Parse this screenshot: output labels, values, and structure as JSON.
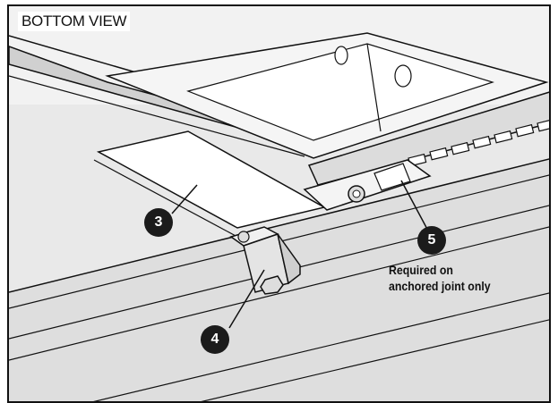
{
  "view_label": "BOTTOM VIEW",
  "callouts": [
    {
      "number": "3"
    },
    {
      "number": "4"
    },
    {
      "number": "5"
    }
  ],
  "note": {
    "line1": "Required on",
    "line2": "anchored joint only"
  },
  "colors": {
    "outline": "#111111",
    "panel": "#e9e9e9",
    "callout_fill": "#1b1b1b"
  }
}
